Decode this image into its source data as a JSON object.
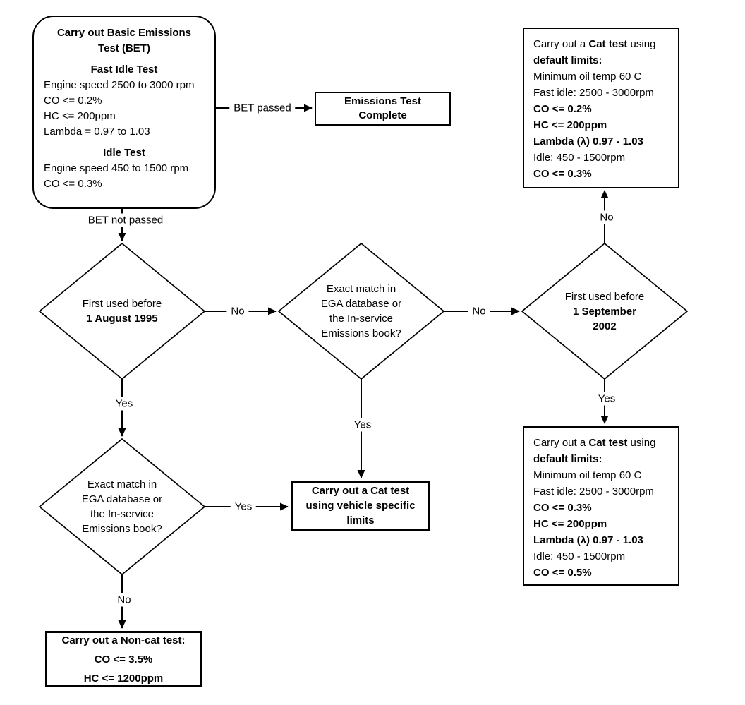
{
  "colors": {
    "ink": "#000000",
    "background": "#ffffff"
  },
  "nodes": {
    "bet": {
      "title_lines": [
        "Carry out Basic Emissions",
        "Test (BET)"
      ],
      "fast_idle_heading": "Fast Idle Test",
      "fast_idle_lines": [
        "Engine speed 2500 to 3000 rpm",
        "CO <= 0.2%",
        "HC <= 200ppm",
        "Lambda = 0.97 to 1.03"
      ],
      "idle_heading": "Idle Test",
      "idle_lines": [
        "Engine speed 450 to 1500 rpm",
        "CO <= 0.3%"
      ]
    },
    "emissions_complete": {
      "lines": [
        "Emissions Test",
        "Complete"
      ]
    },
    "cat_default_top": {
      "lines": [
        [
          {
            "t": "Carry out a ",
            "b": false
          },
          {
            "t": "Cat test",
            "b": true
          },
          {
            "t": " using",
            "b": false
          }
        ],
        [
          {
            "t": "default limits:",
            "b": true
          }
        ],
        "Minimum oil temp 60 C",
        "Fast idle: 2500 - 3000rpm",
        [
          {
            "t": "CO <= 0.2%",
            "b": true
          }
        ],
        [
          {
            "t": "HC <= 200ppm",
            "b": true
          }
        ],
        [
          {
            "t": "Lambda (λ) 0.97 - 1.03",
            "b": true
          }
        ],
        "Idle: 450 - 1500rpm",
        [
          {
            "t": "CO <= 0.3%",
            "b": true
          }
        ]
      ]
    },
    "cat_default_bottom": {
      "lines": [
        [
          {
            "t": "Carry out a ",
            "b": false
          },
          {
            "t": "Cat test",
            "b": true
          },
          {
            "t": " using",
            "b": false
          }
        ],
        [
          {
            "t": "default limits:",
            "b": true
          }
        ],
        "Minimum oil temp 60 C",
        "Fast idle: 2500 - 3000rpm",
        [
          {
            "t": "CO <= 0.3%",
            "b": true
          }
        ],
        [
          {
            "t": "HC <= 200ppm",
            "b": true
          }
        ],
        [
          {
            "t": "Lambda (λ) 0.97 - 1.03",
            "b": true
          }
        ],
        "Idle: 450 - 1500rpm",
        [
          {
            "t": "CO <= 0.5%",
            "b": true
          }
        ]
      ]
    },
    "cat_vehicle": {
      "lines": [
        "Carry out a Cat test",
        "using vehicle specific",
        "limits"
      ]
    },
    "non_cat": {
      "lines": [
        "Carry out a Non-cat test:",
        "CO <= 3.5%",
        "HC <= 1200ppm"
      ]
    },
    "decision_1995": {
      "lines": [
        "First used before",
        [
          {
            "t": "1 August 1995",
            "b": true
          }
        ]
      ]
    },
    "decision_ega_top": {
      "lines": [
        "Exact match in",
        "EGA database or",
        "the In-service",
        "Emissions book?"
      ]
    },
    "decision_2002": {
      "lines": [
        "First used before",
        [
          {
            "t": "1 September",
            "b": true
          }
        ],
        [
          {
            "t": "2002",
            "b": true
          }
        ]
      ]
    },
    "decision_ega_bottom": {
      "lines": [
        "Exact match in",
        "EGA database or",
        "the In-service",
        "Emissions book?"
      ]
    }
  },
  "edges": {
    "bet_passed": "BET passed",
    "bet_not_passed": "BET not passed",
    "no_1995_to_ega": "No",
    "yes_1995_down": "Yes",
    "no_ega_to_2002": "No",
    "yes_ega_down": "Yes",
    "no_2002_up": "No",
    "yes_2002_down": "Yes",
    "yes_ega_bottom_right": "Yes",
    "no_ega_bottom_down": "No"
  }
}
